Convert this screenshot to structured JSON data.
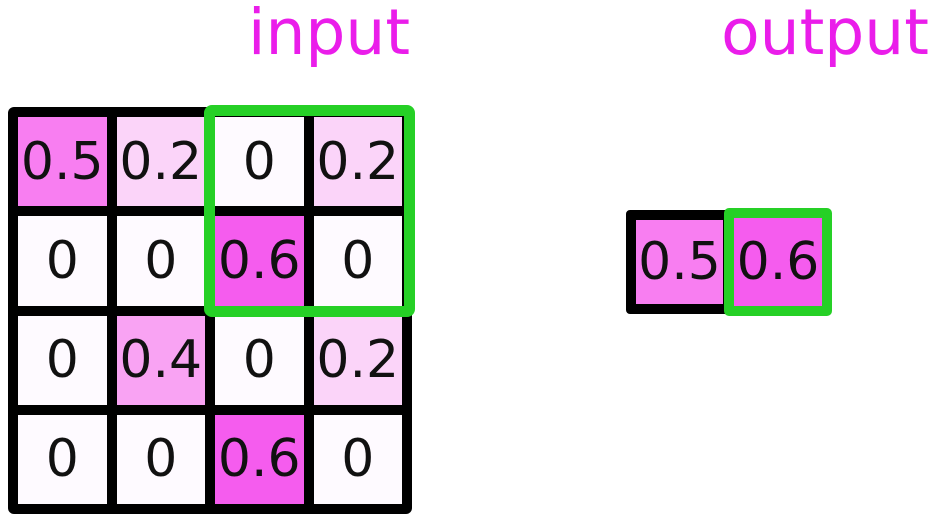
{
  "titles": {
    "input": "input",
    "output": "output"
  },
  "input_grid": {
    "rows": [
      [
        "0.5",
        "0.2",
        "0",
        "0.2"
      ],
      [
        "0",
        "0",
        "0.6",
        "0"
      ],
      [
        "0",
        "0.4",
        "0",
        "0.2"
      ],
      [
        "0",
        "0",
        "0.6",
        "0"
      ]
    ]
  },
  "output_grid": {
    "cells": [
      "0.5",
      "0.6"
    ]
  },
  "value_colors": {
    "0": "#fefaff",
    "0.2": "#fbd4f9",
    "0.4": "#f9a3f3",
    "0.5": "#f87ef1",
    "0.6": "#f55cee"
  },
  "colors": {
    "magenta": "#ea1dea",
    "green": "#26d026",
    "line": "#000000",
    "text": "#111111",
    "background": "#ffffff"
  }
}
